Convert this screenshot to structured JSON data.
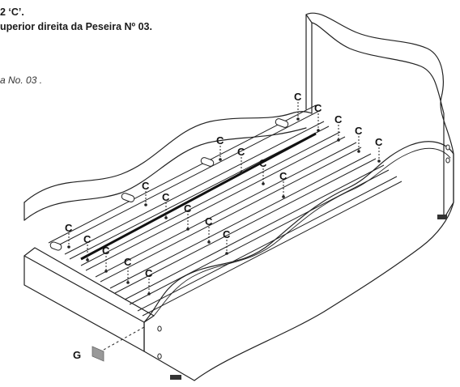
{
  "instructions": {
    "line1": "2 ‘C’.",
    "line2": "uperior direita da Peseira Nº 03.",
    "line3": "a No. 03 ."
  },
  "labels": {
    "screw": "C",
    "cap": "G"
  }
}
